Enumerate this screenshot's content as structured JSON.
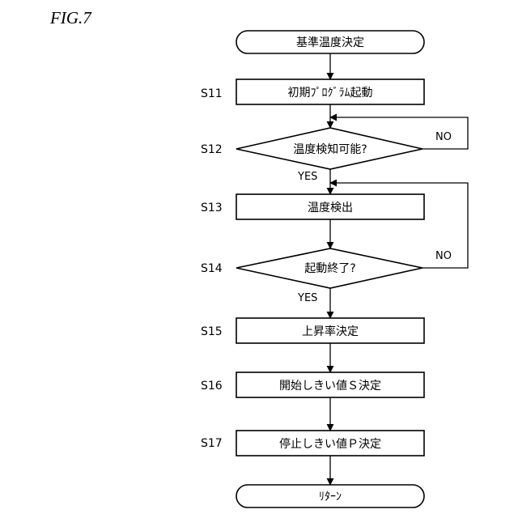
{
  "figure": {
    "title": "FIG.7"
  },
  "nodes": [
    {
      "id": "start",
      "type": "terminal",
      "step": "",
      "text": "基準温度決定"
    },
    {
      "id": "s11",
      "type": "process",
      "step": "S11",
      "text": "初期ﾌﾟﾛｸﾞﾗﾑ起動"
    },
    {
      "id": "s12",
      "type": "decision",
      "step": "S12",
      "text": "温度検知可能?"
    },
    {
      "id": "s13",
      "type": "process",
      "step": "S13",
      "text": "温度検出"
    },
    {
      "id": "s14",
      "type": "decision",
      "step": "S14",
      "text": "起動終了?"
    },
    {
      "id": "s15",
      "type": "process",
      "step": "S15",
      "text": "上昇率決定"
    },
    {
      "id": "s16",
      "type": "process",
      "step": "S16",
      "text": "開始しきい値Ｓ決定"
    },
    {
      "id": "s17",
      "type": "process",
      "step": "S17",
      "text": "停止しきい値Ｐ決定"
    },
    {
      "id": "end",
      "type": "terminal",
      "step": "",
      "text": "ﾘﾀｰﾝ"
    }
  ],
  "edges": [
    {
      "from": "start",
      "to": "s11",
      "label": ""
    },
    {
      "from": "s11",
      "to": "s12",
      "label": ""
    },
    {
      "from": "s12",
      "to": "s12",
      "label": "NO"
    },
    {
      "from": "s12",
      "to": "s13",
      "label": "YES"
    },
    {
      "from": "s13",
      "to": "s14",
      "label": ""
    },
    {
      "from": "s14",
      "to": "s13",
      "label": "NO"
    },
    {
      "from": "s14",
      "to": "s15",
      "label": "YES"
    },
    {
      "from": "s15",
      "to": "s16",
      "label": ""
    },
    {
      "from": "s16",
      "to": "s17",
      "label": ""
    },
    {
      "from": "s17",
      "to": "end",
      "label": ""
    }
  ]
}
